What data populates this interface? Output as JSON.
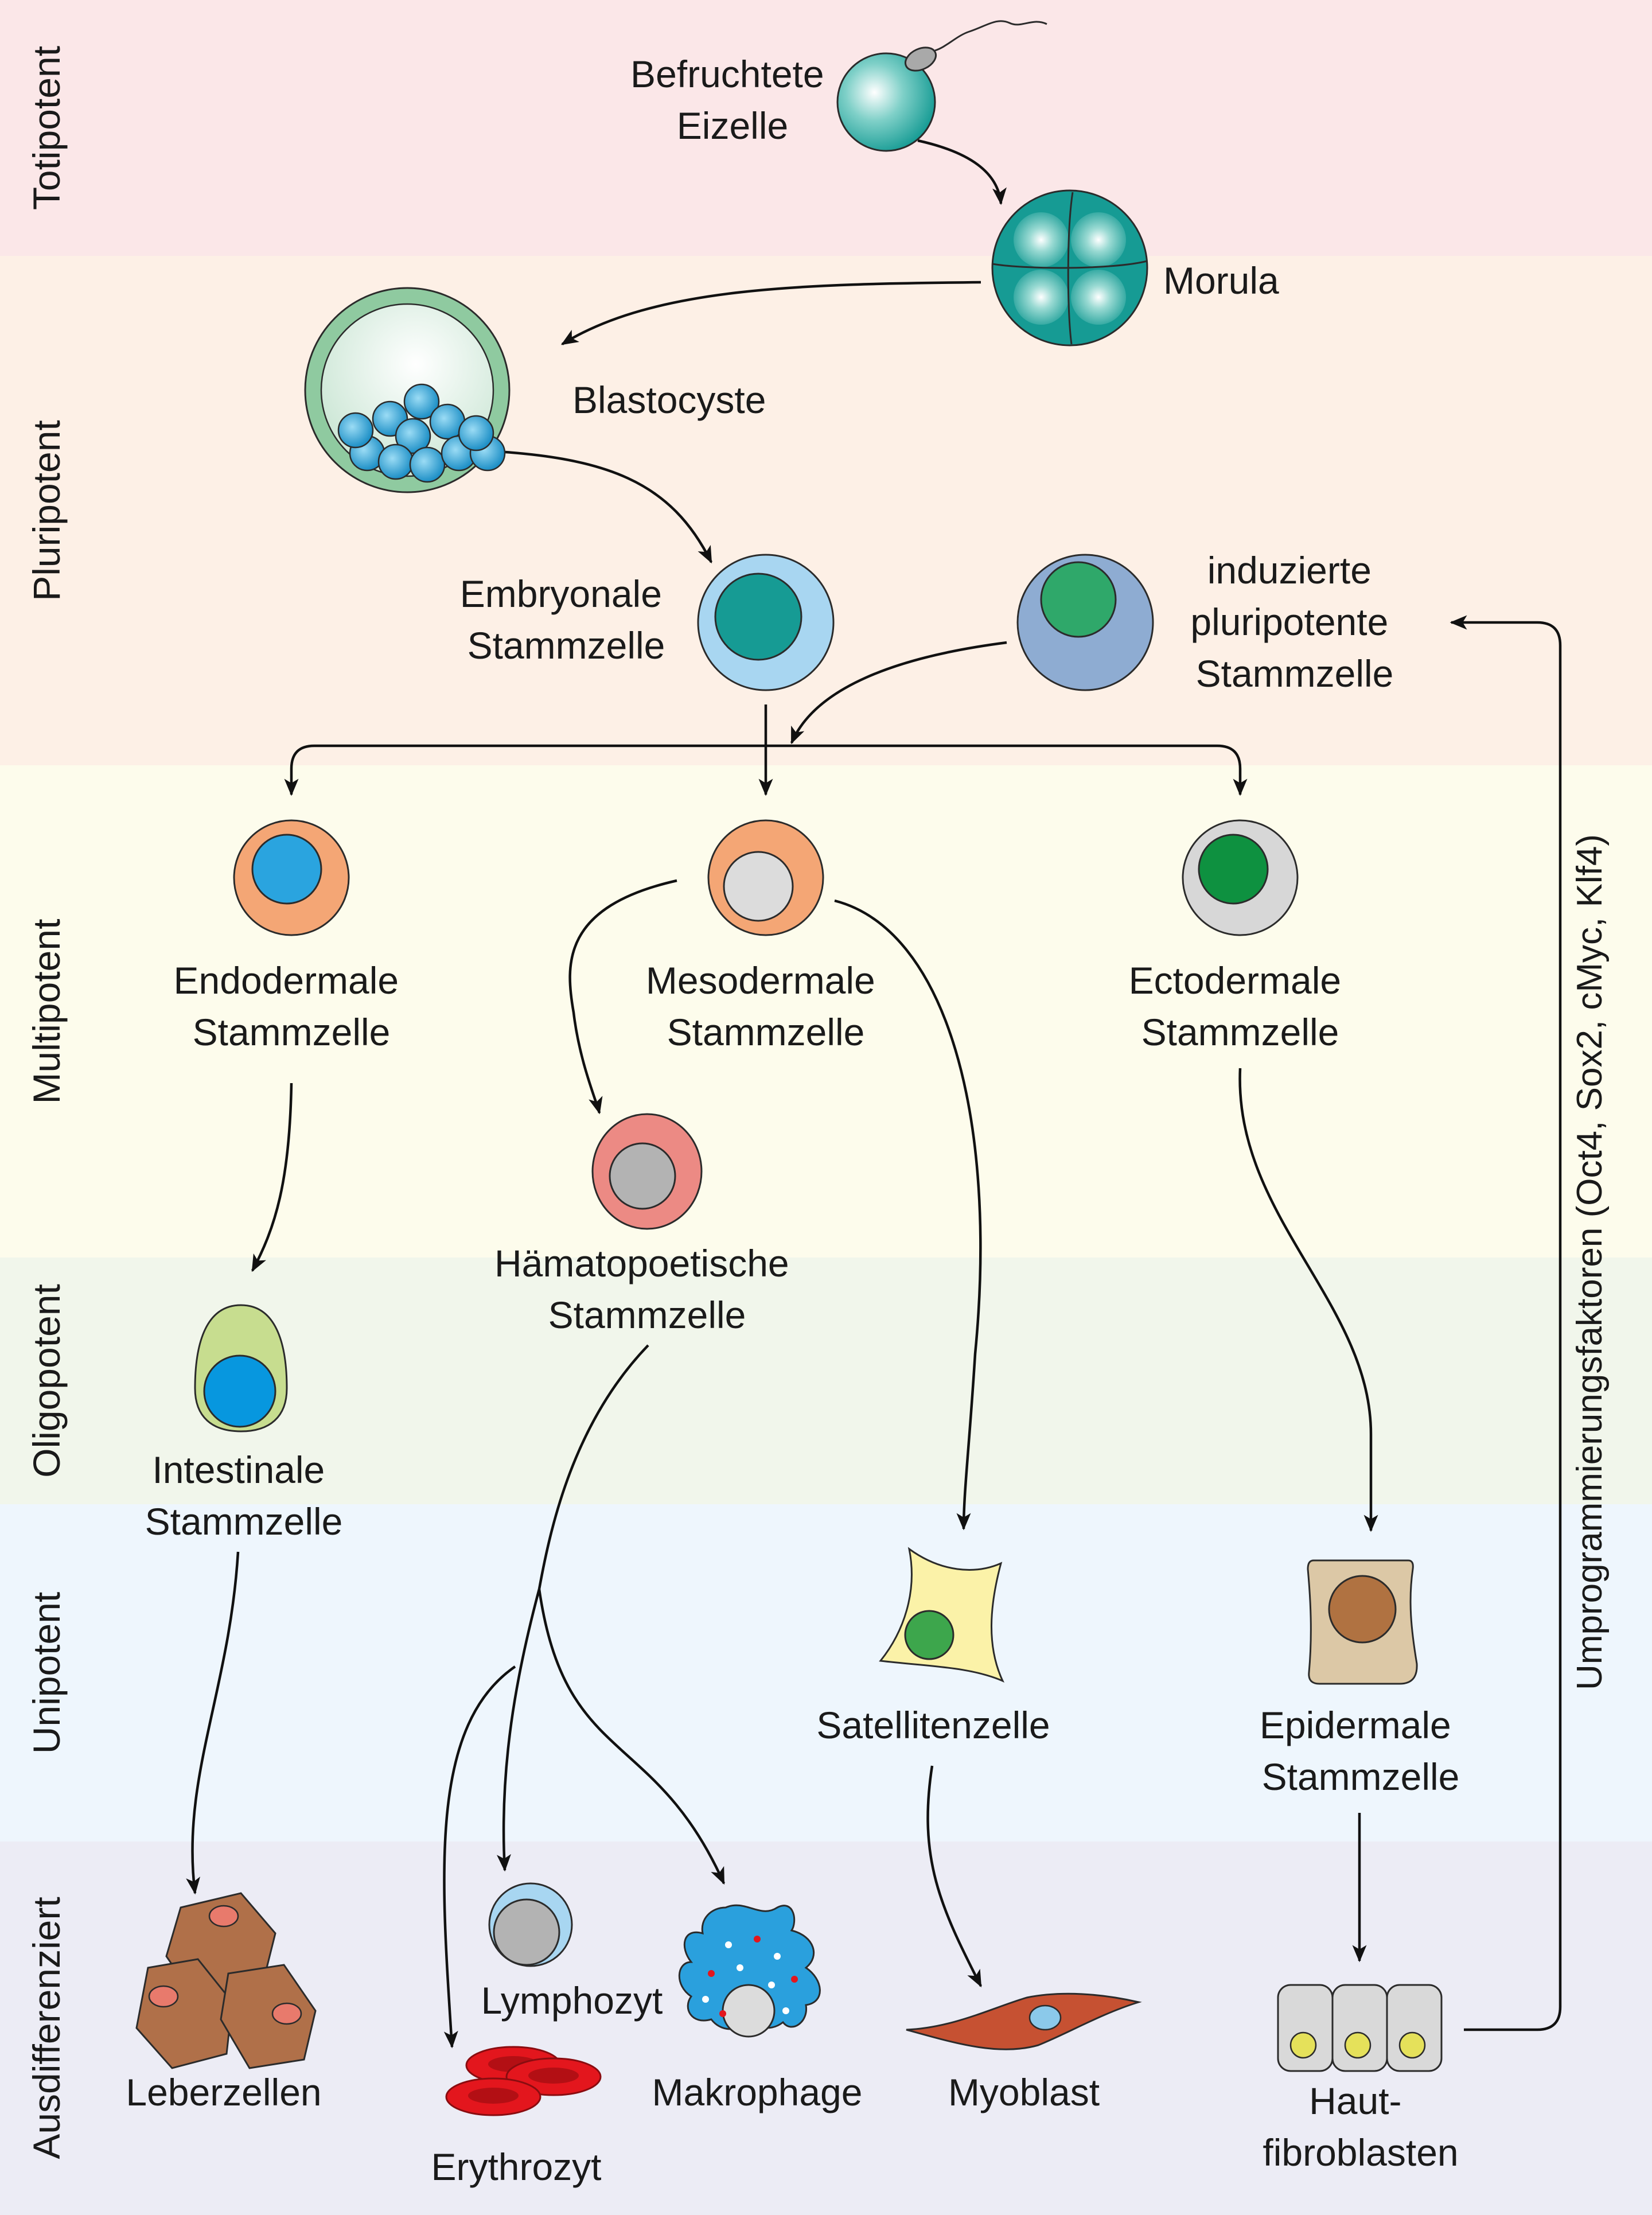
{
  "colors": {
    "band_totipotent": "#fbe7e8",
    "band_pluripotent": "#fdf0e6",
    "band_multipotent": "#fdfcec",
    "band_oligopotent": "#f1f6eb",
    "band_unipotent": "#eef6fd",
    "band_ausdifferenziert": "#ececf5",
    "teal": "#169b94",
    "orange_cell": "#f4a675",
    "endoderm_nucleus": "#2aa4df",
    "ectoderm_nucleus": "#0e9140",
    "ips_cytoplasm": "#8eacd2",
    "ips_nucleus": "#2fa86a",
    "esc_cytoplasm": "#a8d6f1",
    "hsc_cytoplasm": "#ec8a84",
    "erythrocyte": "#e3161d",
    "liver": "#b07049",
    "myoblast": "#c65132",
    "macrophage": "#2aa0dd"
  },
  "bands": [
    {
      "id": "totipotent",
      "label": "Totipotent"
    },
    {
      "id": "pluripotent",
      "label": "Pluripotent"
    },
    {
      "id": "multipotent",
      "label": "Multipotent"
    },
    {
      "id": "oligopotent",
      "label": "Oligopotent"
    },
    {
      "id": "unipotent",
      "label": "Unipotent"
    },
    {
      "id": "ausdifferenziert",
      "label": "Ausdifferenziert"
    }
  ],
  "side_label": "Umprogrammierungsfaktoren (Oct4, Sox2, cMyc, Klf4)",
  "labels": {
    "zygote": [
      "Befruchtete",
      "Eizelle"
    ],
    "morula": [
      "Morula"
    ],
    "blastocyst": [
      "Blastocyste"
    ],
    "esc": [
      "Embryonale",
      "Stammzelle"
    ],
    "ips": [
      "induzierte",
      "pluripotente",
      "Stammzelle"
    ],
    "endoderm": [
      "Endodermale",
      "Stammzelle"
    ],
    "mesoderm": [
      "Mesodermale",
      "Stammzelle"
    ],
    "ectoderm": [
      "Ectodermale",
      "Stammzelle"
    ],
    "hsc": [
      "Hämatopoetische",
      "Stammzelle"
    ],
    "intestinal": [
      "Intestinale",
      "Stammzelle"
    ],
    "satellite": [
      "Satellitenzelle"
    ],
    "epidermal": [
      "Epidermale",
      "Stammzelle"
    ],
    "liver": [
      "Leberzellen"
    ],
    "erythrocyte": [
      "Erythrozyt"
    ],
    "lymphocyte": [
      "Lymphozyt"
    ],
    "macrophage": [
      "Makrophage"
    ],
    "myoblast": [
      "Myoblast"
    ],
    "fibroblast": [
      "Haut-",
      "fibroblasten"
    ]
  }
}
